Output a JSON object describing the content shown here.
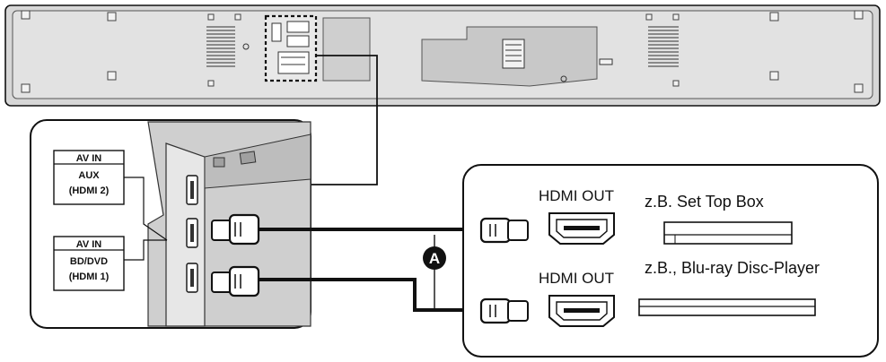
{
  "port_labels": {
    "aux": {
      "title": "AV IN",
      "line1": "AUX",
      "line2": "(HDMI 2)"
    },
    "bd": {
      "title": "AV IN",
      "line1": "BD/DVD",
      "line2": "(HDMI 1)"
    }
  },
  "devices": {
    "top": {
      "port": "HDMI OUT",
      "name": "z.B. Set Top Box"
    },
    "bottom": {
      "port": "HDMI OUT",
      "name": "z.B., Blu-ray Disc-Player"
    }
  },
  "callout": {
    "letter": "A"
  },
  "colors": {
    "panel": "#d2d2d2",
    "stroke": "#111111",
    "dark": "#3a3a3a",
    "light": "#e6e6e6"
  }
}
